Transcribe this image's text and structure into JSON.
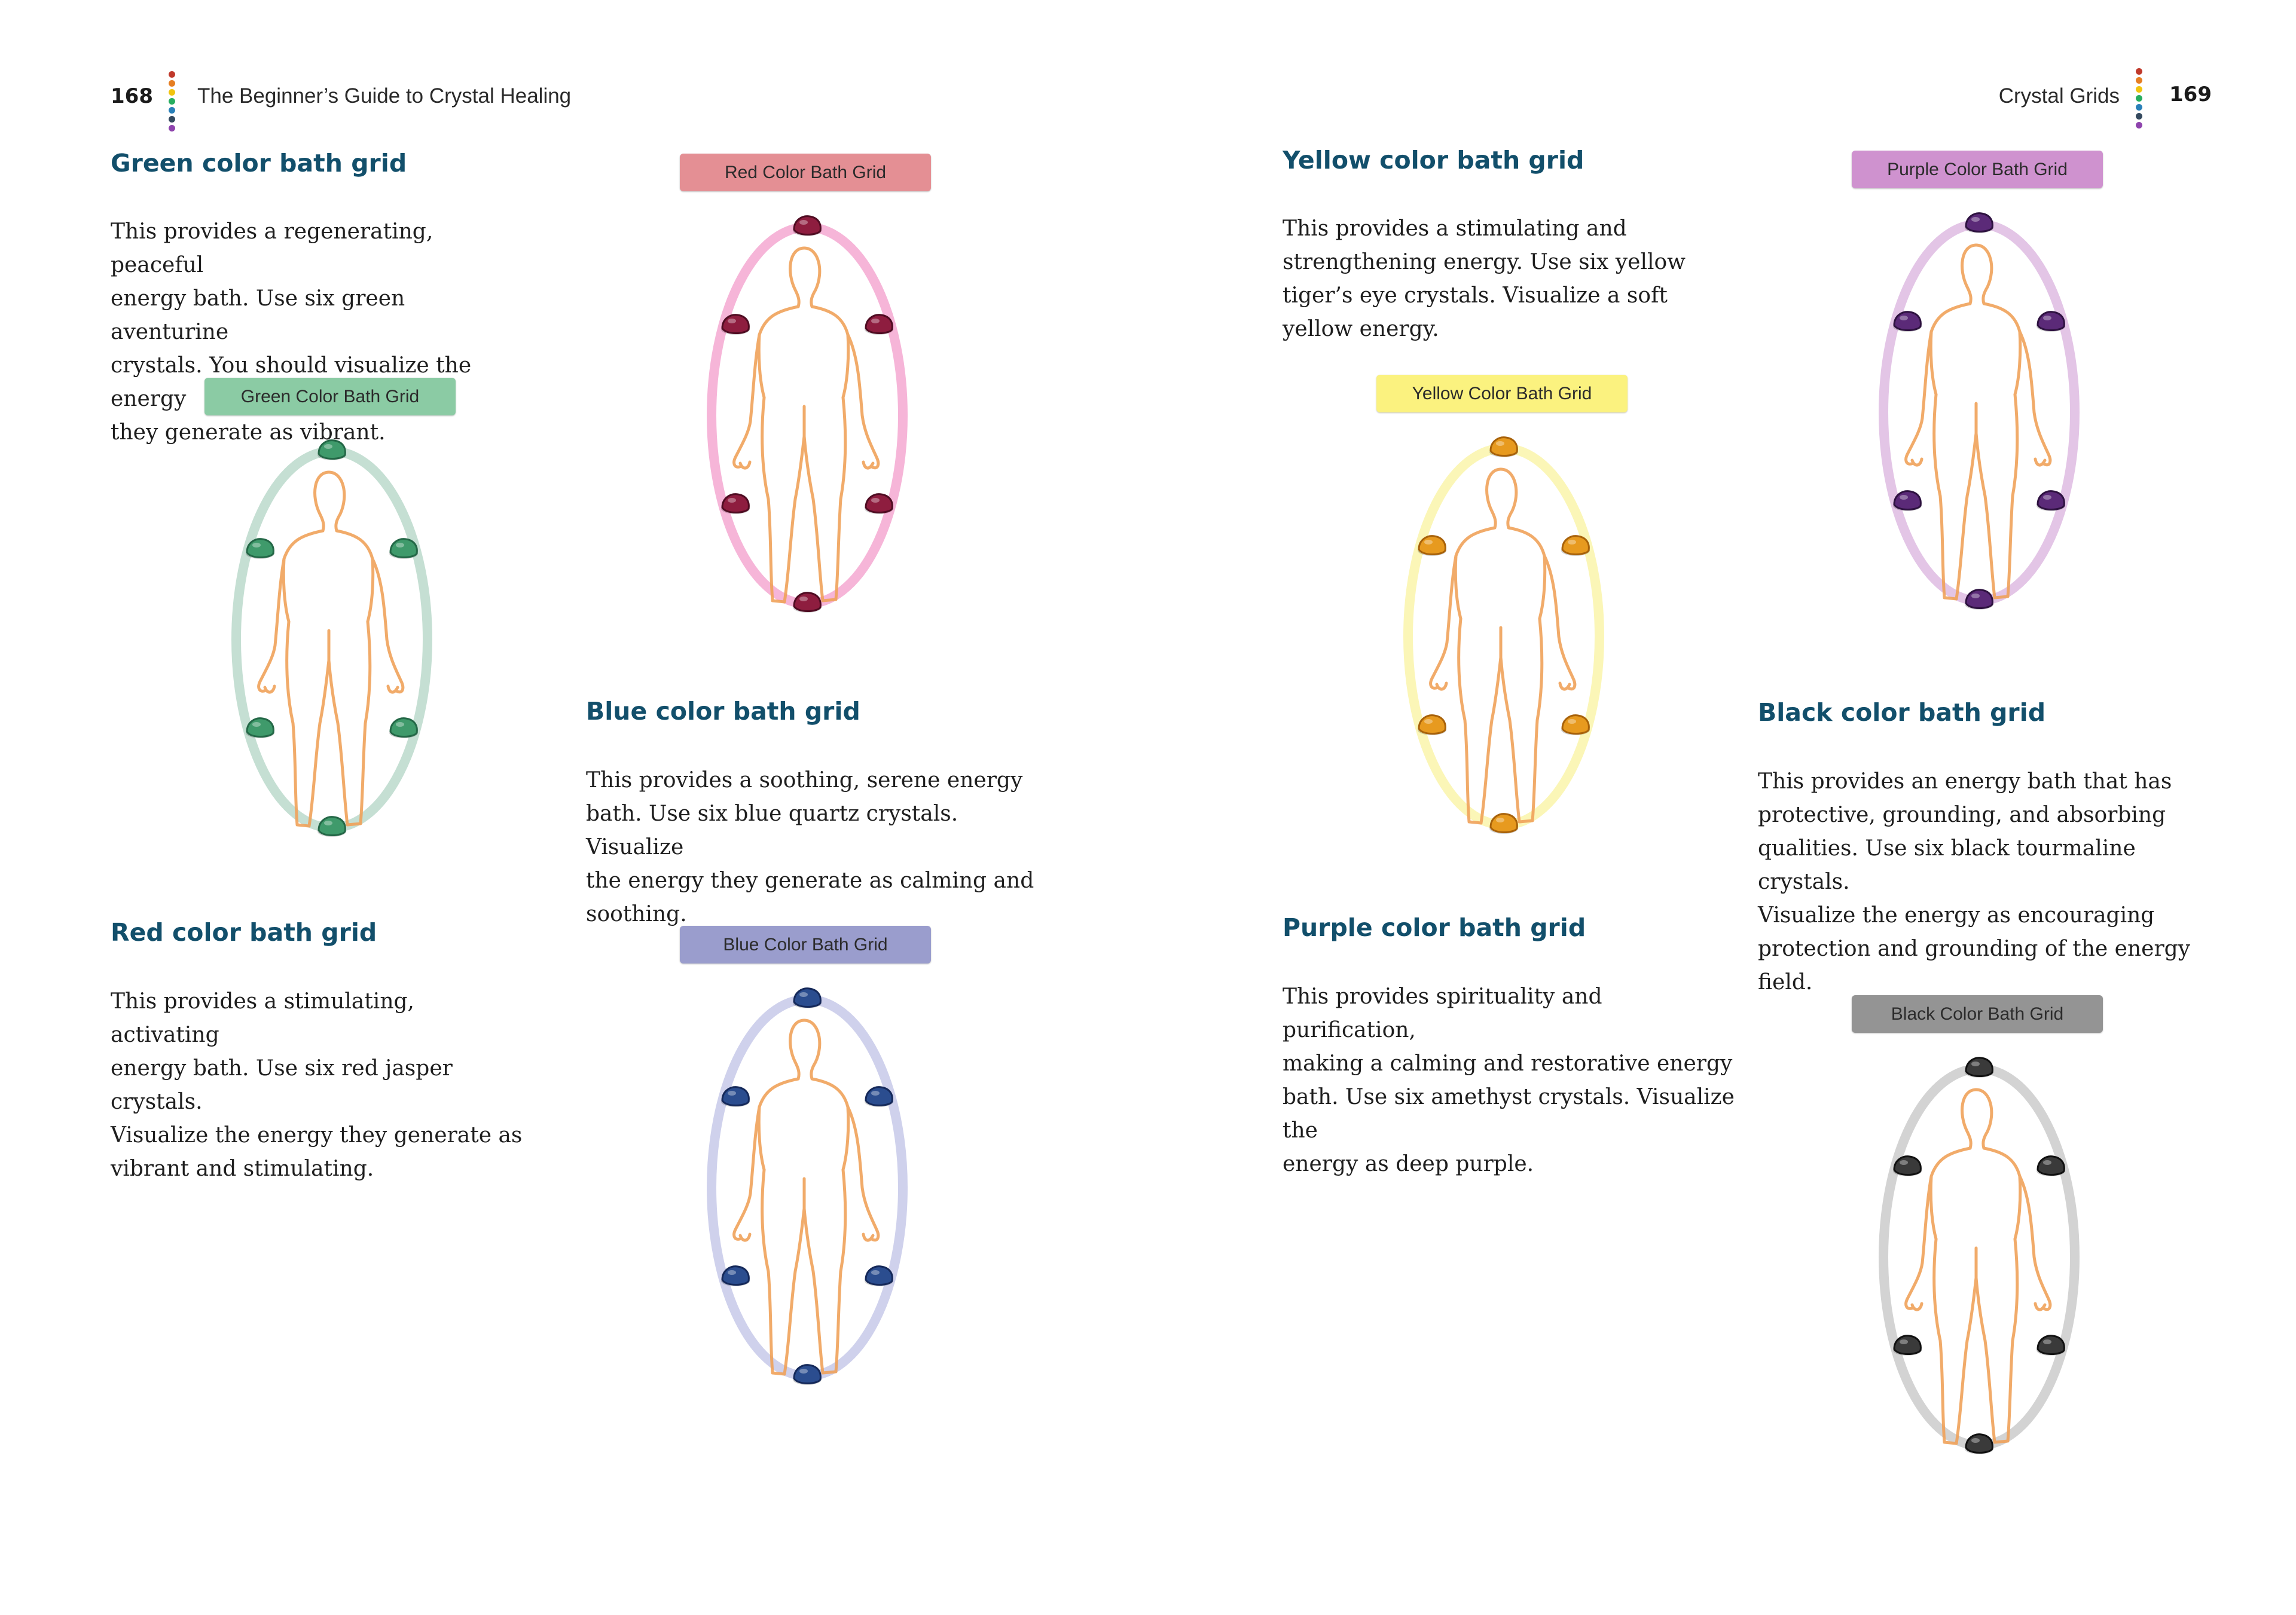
{
  "left_page": {
    "number": "168",
    "running_title": "The Beginner’s Guide to Crystal Healing"
  },
  "right_page": {
    "number": "169",
    "running_title": "Crystal Grids"
  },
  "chakra_colors": [
    "#c0392b",
    "#e67e22",
    "#f1c40f",
    "#27ae60",
    "#2980b9",
    "#34495e",
    "#8e44ad"
  ],
  "sections": {
    "green": {
      "heading": "Green color bath grid",
      "lines": [
        "This provides a regenerating, peaceful",
        "energy bath. Use six green aventurine",
        "crystals. You should visualize the energy",
        "they generate as vibrant."
      ]
    },
    "red": {
      "heading": "Red color bath grid",
      "lines": [
        "This provides a stimulating, activating",
        "energy bath. Use six red jasper crystals.",
        "Visualize the energy they generate as",
        "vibrant and stimulating."
      ]
    },
    "blue": {
      "heading": "Blue color bath grid",
      "lines": [
        "This provides a soothing, serene energy",
        "bath. Use six blue quartz crystals. Visualize",
        "the energy they generate as calming and",
        "soothing."
      ]
    },
    "yellow": {
      "heading": "Yellow color bath grid",
      "lines": [
        "This provides a stimulating and",
        "strengthening energy. Use six yellow",
        "tiger’s eye crystals. Visualize a soft",
        "yellow energy."
      ]
    },
    "purple": {
      "heading": "Purple color bath grid",
      "lines": [
        "This provides spirituality and purification,",
        "making a calming and restorative energy",
        "bath. Use six amethyst crystals. Visualize the",
        "energy as deep purple."
      ]
    },
    "black": {
      "heading": "Black color bath grid",
      "lines": [
        "This provides an energy bath that has",
        "protective, grounding, and absorbing",
        "qualities. Use six black tourmaline crystals.",
        "Visualize the energy as encouraging",
        "protection and grounding of the energy",
        "field."
      ]
    }
  },
  "grids": {
    "green": {
      "label": "Green Color Bath Grid",
      "label_bg": "#8bcba4",
      "ring": "#c5dfd3",
      "stone": "#3f9a6b",
      "stone_dark": "#246847"
    },
    "red": {
      "label": "Red Color Bath Grid",
      "label_bg": "#e48f94",
      "ring": "#f6b5d8",
      "stone": "#8e1d3f",
      "stone_dark": "#4f0c22"
    },
    "blue": {
      "label": "Blue Color Bath Grid",
      "label_bg": "#9a9dcd",
      "ring": "#cfd1ec",
      "stone": "#2b4d8f",
      "stone_dark": "#15295a"
    },
    "yellow": {
      "label": "Yellow Color Bath Grid",
      "label_bg": "#fbf27f",
      "ring": "#fbf6b7",
      "stone": "#e79a1f",
      "stone_dark": "#a8620a"
    },
    "purple": {
      "label": "Purple Color Bath Grid",
      "label_bg": "#cf92cf",
      "ring": "#e3c5e6",
      "stone": "#5b2a78",
      "stone_dark": "#2e1240"
    },
    "black": {
      "label": "Black Color Bath Grid",
      "label_bg": "#949494",
      "ring": "#d3d3d3",
      "stone": "#3a3a3a",
      "stone_dark": "#111111"
    }
  },
  "figure": {
    "body_color": "#f0a25a"
  }
}
